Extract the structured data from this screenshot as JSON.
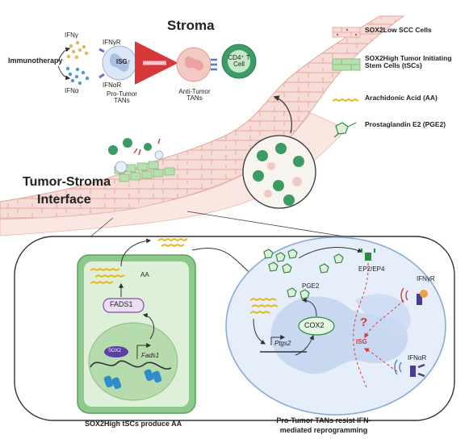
{
  "top": {
    "stroma_title": "Stroma",
    "immunotherapy": "Immunotherapy",
    "ifng": "IFNγ",
    "ifna": "IFNα",
    "ifngr": "IFNγR",
    "ifnar": "IFNαR",
    "isg": "ISG↑",
    "pro_tumor_tans": "Pro-Tumor TANs",
    "anti_tumor_tans": "Anti-Tumor TANs",
    "cd4": "CD4⁺ T Cell"
  },
  "interface_title_line1": "Tumor-Stroma",
  "interface_title_line2": "Interface",
  "legend": [
    {
      "text": "SOX2Low SCC Cells",
      "icon": "scc-cell-icon"
    },
    {
      "text": "SOX2High Tumor Initiating Stem Cells (tSCs)",
      "icon": "tsc-cell-icon"
    },
    {
      "text": "Arachidonic Acid (AA)",
      "icon": "arachidonic-acid-icon"
    },
    {
      "text": "Prostaglandin E2 (PGE2)",
      "icon": "pge2-icon"
    }
  ],
  "left_cell": {
    "aa": "AA",
    "fads1": "FADS1",
    "gene": "Fads1",
    "sox2": "SOX2",
    "caption": "SOX2High tSCs produce AA"
  },
  "right_cell": {
    "pge2": "PGE2",
    "ep": "EP2/EP4",
    "cox2": "COX2",
    "gene": "Ptgs2",
    "question": "?",
    "isg": "ISG",
    "ifngr": "IFNγR",
    "ifnar": "IFNαR",
    "caption_line1": "Pro-Tumor TANs resist IFN-",
    "caption_line2": "mediated reprogramming"
  },
  "colors": {
    "tsc_green": "#b7dfb0",
    "scc_pink": "#f2c9c3",
    "neutrophil_blue": "#dbe6f6",
    "aa_yellow": "#e9b820",
    "pge2_green": "#2e8b3e",
    "signal_red": "#d6383a"
  }
}
